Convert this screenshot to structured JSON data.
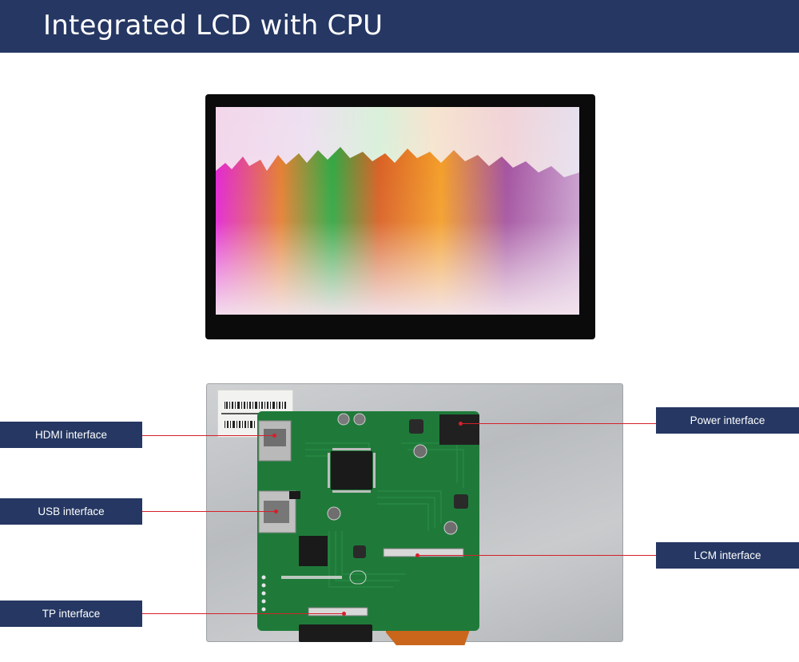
{
  "header": {
    "title": "Integrated LCD with CPU",
    "background": "#253762"
  },
  "callouts": {
    "hdmi": "HDMI interface",
    "usb": "USB interface",
    "tp": "TP interface",
    "power": "Power interface",
    "lcm": "LCM interface"
  },
  "colors": {
    "callout_bg": "#253762",
    "leader_line": "#d6202a",
    "pcb": "#1f7a3a",
    "fpc": "#c9661c"
  },
  "images": {
    "front": "lcd-front-view",
    "back": "lcd-back-view-with-cpu-board"
  }
}
